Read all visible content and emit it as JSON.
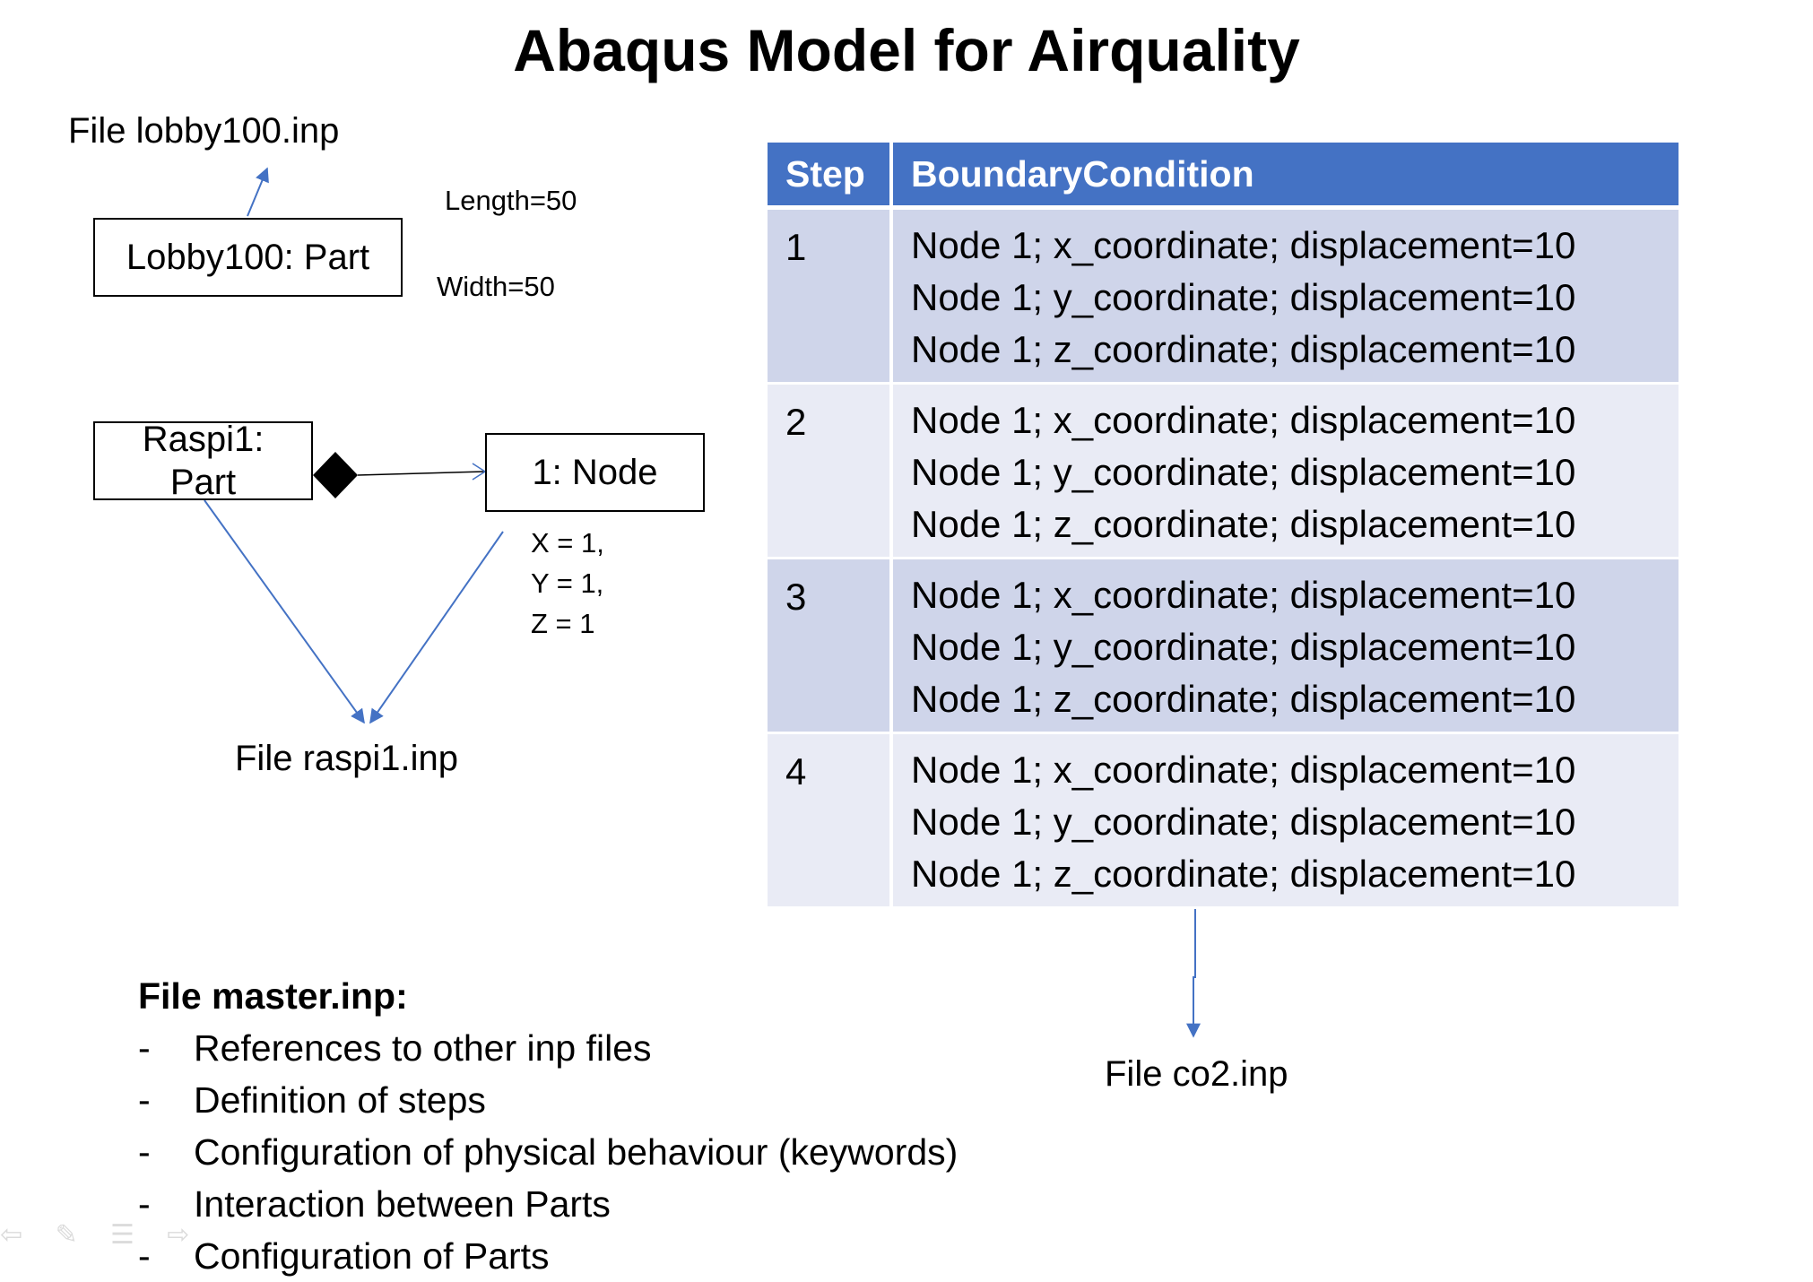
{
  "title": "Abaqus Model for Airquality",
  "labels": {
    "file_lobby": "File lobby100.inp",
    "lobby_box": "Lobby100: Part",
    "length": "Length=50",
    "width": "Width=50",
    "raspi_box_line1": "Raspi1:",
    "raspi_box_line2": "Part",
    "node_box": "1: Node",
    "coord_x": "X = 1,",
    "coord_y": "Y = 1,",
    "coord_z": "Z = 1",
    "file_raspi": "File raspi1.inp",
    "file_co2": "File co2.inp"
  },
  "table": {
    "headers": [
      "Step",
      "BoundaryCondition"
    ],
    "rows": [
      {
        "step": "1",
        "conditions": [
          "Node 1; x_coordinate; displacement=10",
          "Node 1; y_coordinate; displacement=10",
          "Node 1; z_coordinate; displacement=10"
        ]
      },
      {
        "step": "2",
        "conditions": [
          "Node 1; x_coordinate; displacement=10",
          "Node 1; y_coordinate; displacement=10",
          "Node 1; z_coordinate; displacement=10"
        ]
      },
      {
        "step": "3",
        "conditions": [
          "Node 1; x_coordinate; displacement=10",
          "Node 1; y_coordinate; displacement=10",
          "Node 1; z_coordinate; displacement=10"
        ]
      },
      {
        "step": "4",
        "conditions": [
          "Node 1; x_coordinate; displacement=10",
          "Node 1; y_coordinate; displacement=10",
          "Node 1; z_coordinate; displacement=10"
        ]
      }
    ]
  },
  "master": {
    "title": "File master.inp:",
    "bullet_marker": "-",
    "items": [
      "References to other inp files",
      "Definition of steps",
      "Configuration of physical behaviour (keywords)",
      "Interaction between Parts",
      "Configuration of Parts"
    ]
  },
  "colors": {
    "header_blue": "#4472c4",
    "row_dark": "#cfd5ea",
    "row_light": "#e9ebf5",
    "arrow_blue": "#4472c4"
  },
  "toolbar_icons": [
    "arrow-left-icon",
    "pen-icon",
    "menu-icon",
    "arrow-right-icon"
  ]
}
